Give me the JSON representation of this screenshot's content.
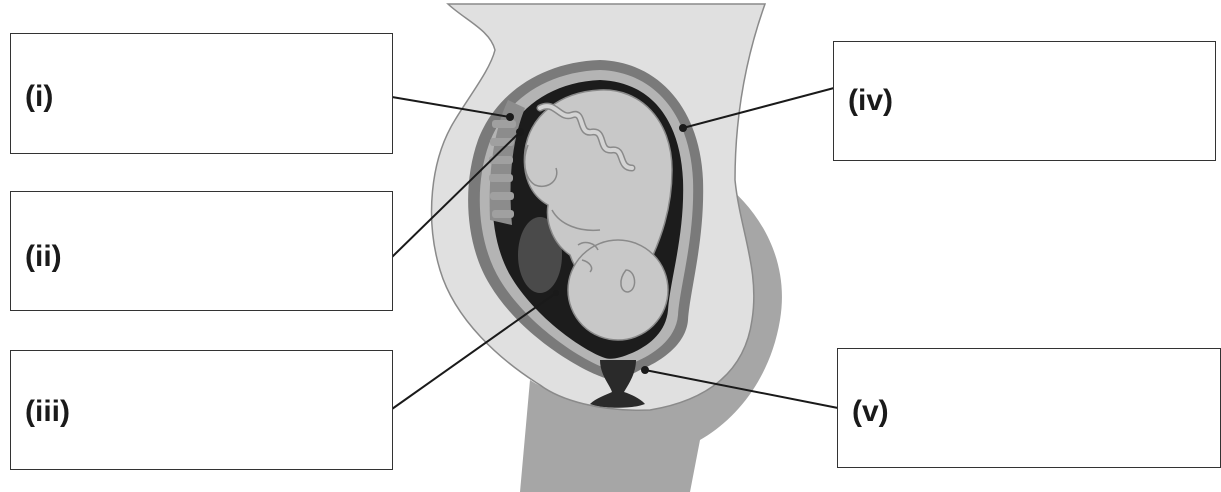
{
  "labels": {
    "i": "(i)",
    "ii": "(ii)",
    "iii": "(iii)",
    "iv": "(iv)",
    "v": "(v)"
  },
  "colors": {
    "body_light": "#e0e0e0",
    "body_mid": "#a8a8a8",
    "body_dark": "#8c8c8c",
    "uterus_wall": "#6e6e6e",
    "amniotic_dark": "#1c1c1c",
    "fetus": "#c8c8c8",
    "fetus_outline": "#8a8a8a",
    "placenta": "#9a9a9a",
    "line": "#1a1a1a"
  }
}
